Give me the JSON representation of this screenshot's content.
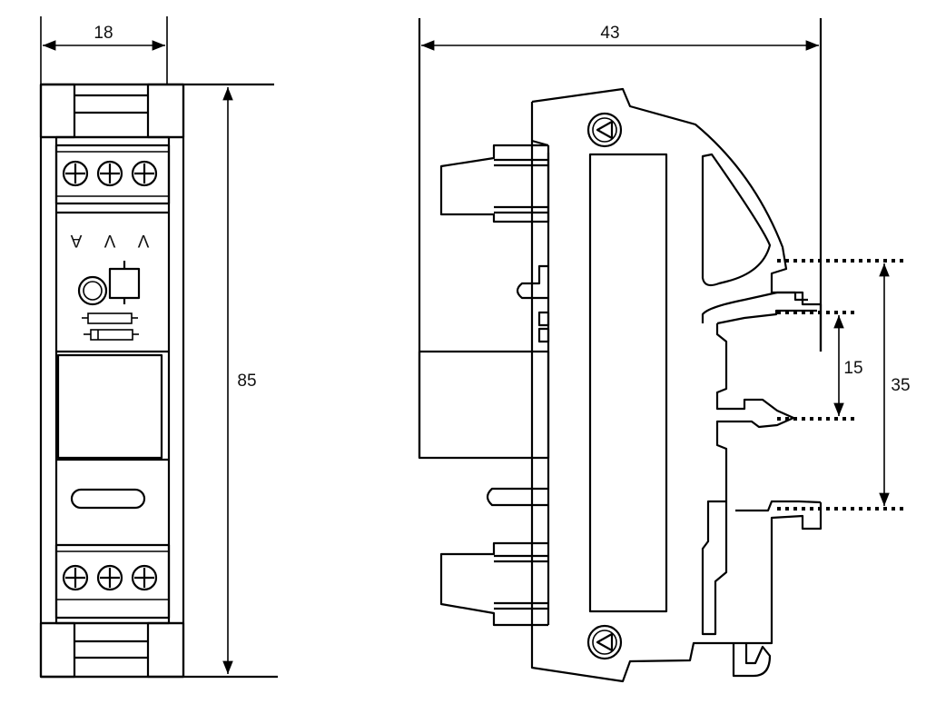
{
  "dimensions": {
    "width_front": "18",
    "height": "85",
    "depth": "43",
    "rail_width": "35",
    "rail_depth": "15"
  },
  "front_view": {
    "terminal_labels": [
      "A",
      "V",
      "V"
    ]
  }
}
